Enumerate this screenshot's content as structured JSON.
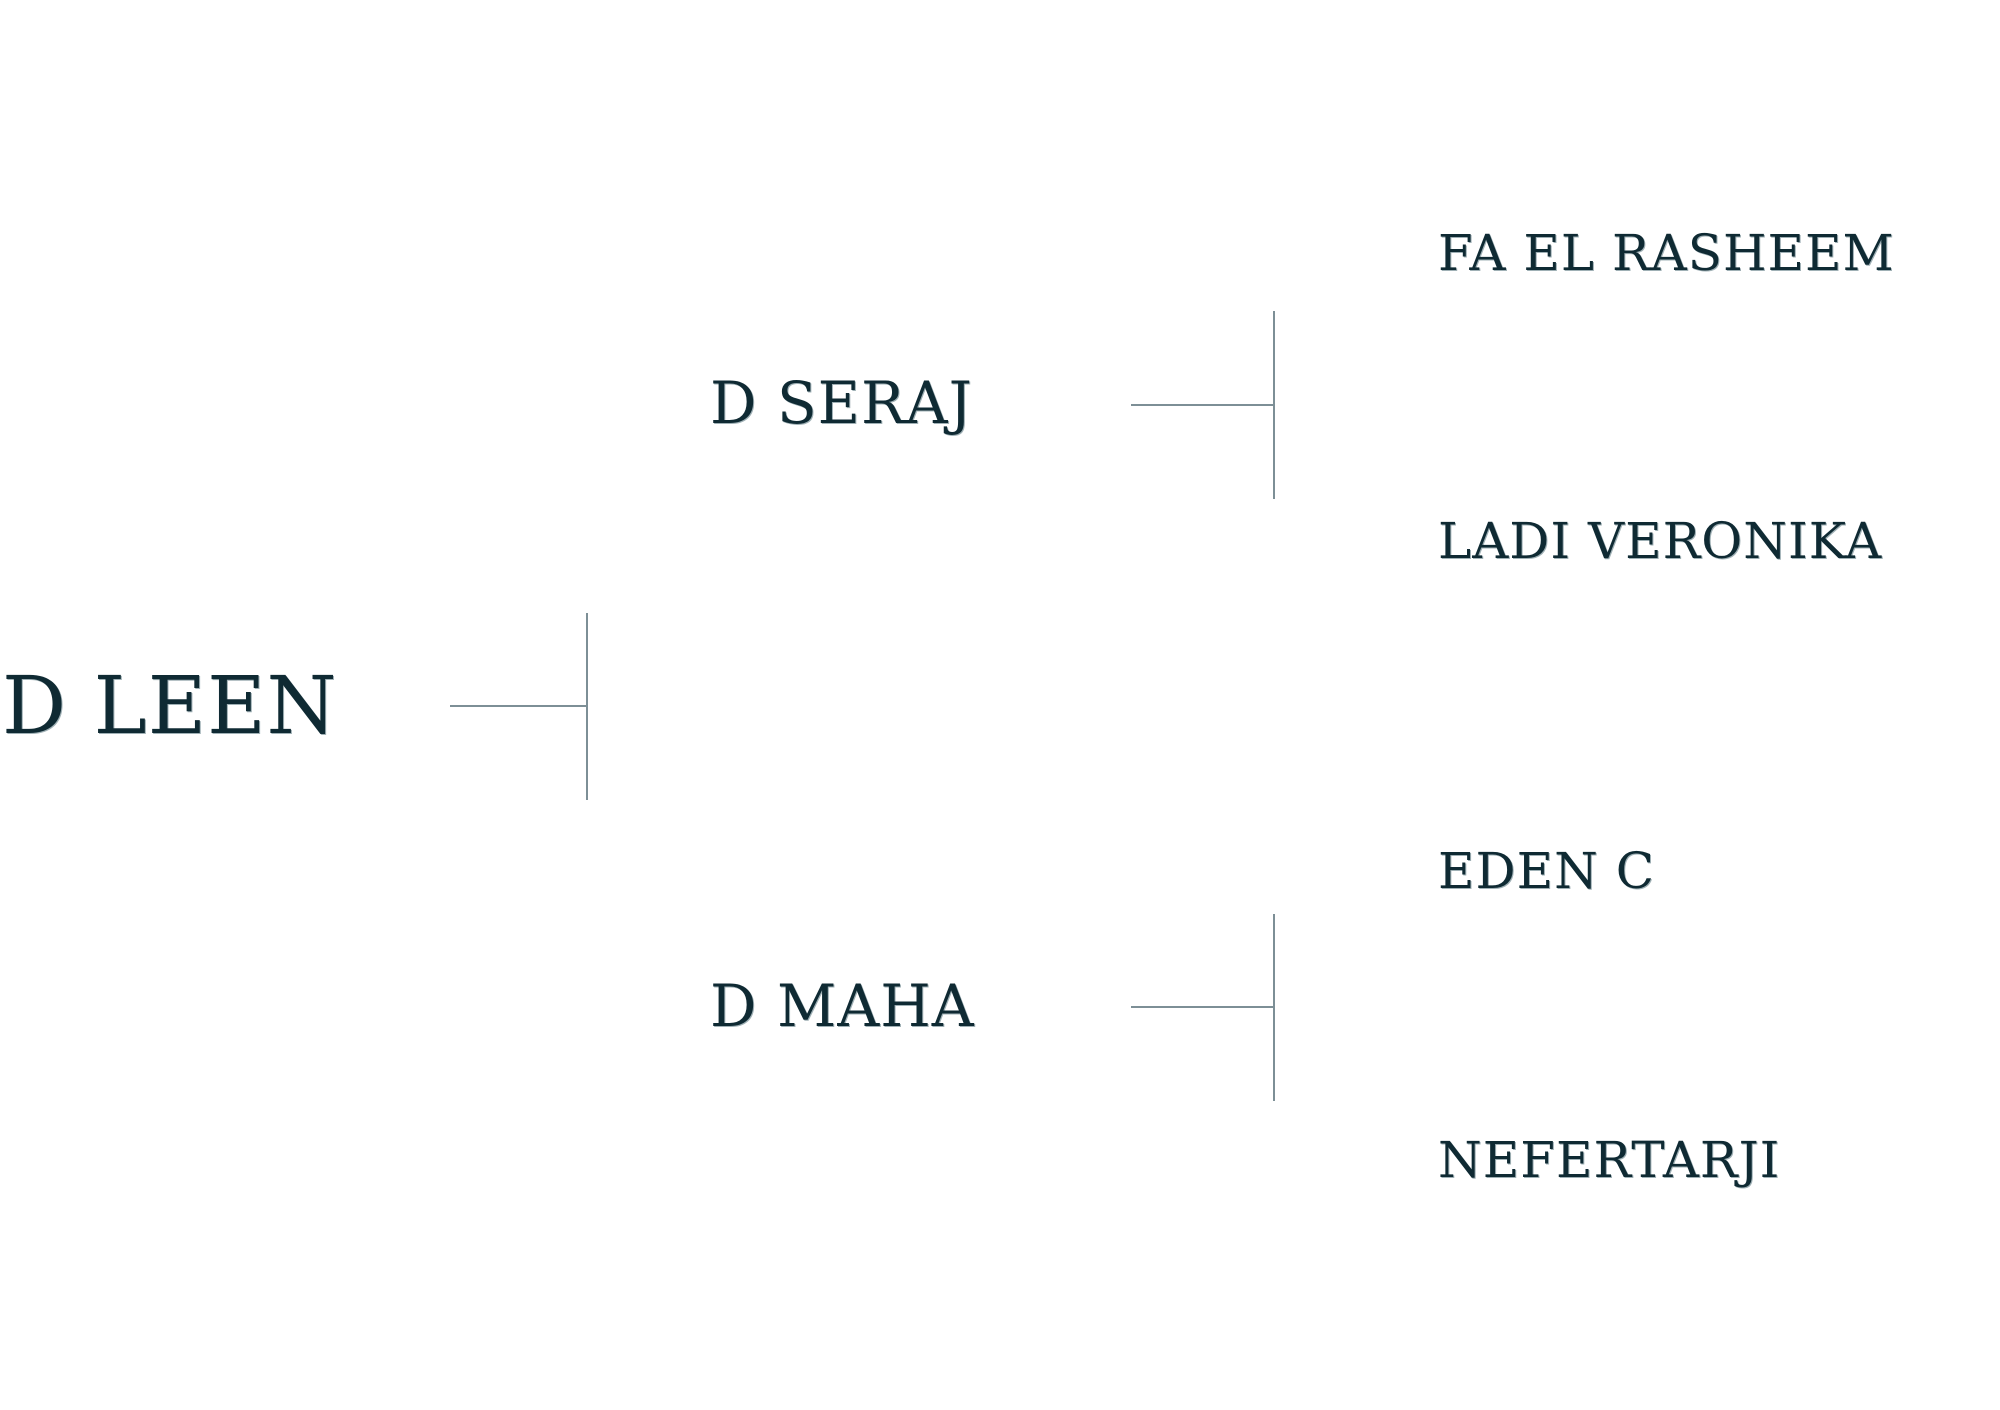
{
  "pedigree": {
    "subject": "D LEEN",
    "sire": {
      "name": "D SERAJ",
      "sire": "FA EL RASHEEM",
      "dam": "LADI VERONIKA"
    },
    "dam": {
      "name": "D MAHA",
      "sire": "EDEN C",
      "dam": "NEFERTARJI"
    }
  },
  "colors": {
    "text": "#0f2a33",
    "line": "#7d8f96"
  }
}
